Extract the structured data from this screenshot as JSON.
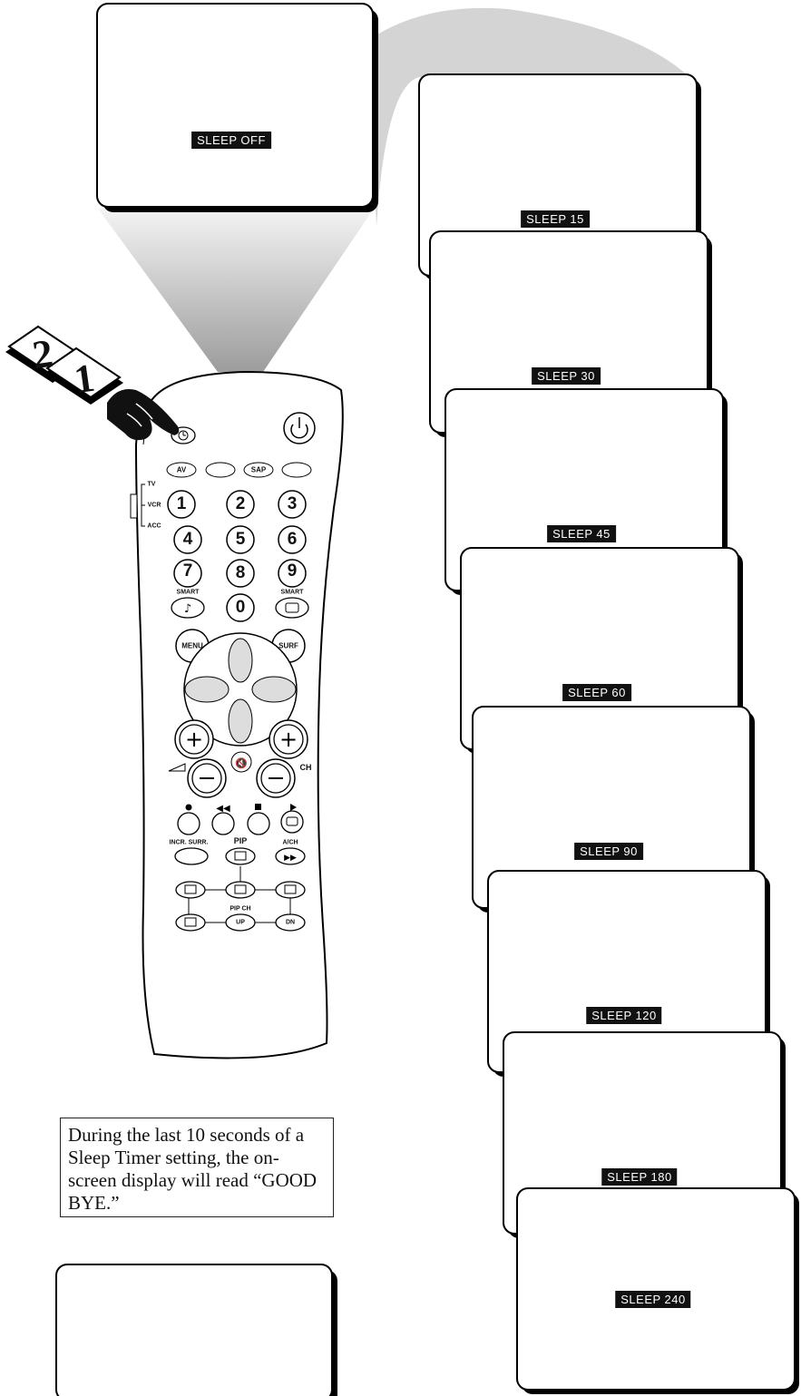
{
  "steps": {
    "first": "1",
    "second": "2"
  },
  "top_screen": {
    "label": "SLEEP OFF"
  },
  "sleep_screens": [
    {
      "label": "SLEEP 15"
    },
    {
      "label": "SLEEP 30"
    },
    {
      "label": "SLEEP 45"
    },
    {
      "label": "SLEEP 60"
    },
    {
      "label": "SLEEP 90"
    },
    {
      "label": "SLEEP 120"
    },
    {
      "label": "SLEEP 180"
    },
    {
      "label": "SLEEP 240"
    }
  ],
  "note": {
    "text": "During the last 10 seconds of a Sleep Timer setting, the on-screen display will read “GOOD BYE.”"
  },
  "remote": {
    "row1": [
      "AV",
      "",
      "SAP",
      ""
    ],
    "mode_switch": [
      "TV",
      "VCR",
      "ACC"
    ],
    "digits": [
      "1",
      "2",
      "3",
      "4",
      "5",
      "6",
      "7",
      "8",
      "9",
      "0"
    ],
    "smart_left": "SMART",
    "smart_right": "SMART",
    "menu": "MENU",
    "surf": "SURF",
    "ch": "CH",
    "incr_surr": "INCR. SURR.",
    "pip": "PIP",
    "ach": "A/CH",
    "pip_ch": "PIP CH",
    "up": "UP",
    "dn": "DN"
  }
}
